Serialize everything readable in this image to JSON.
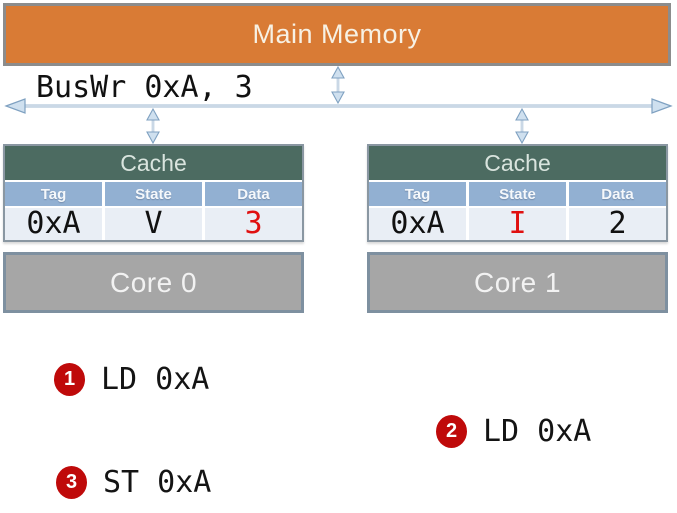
{
  "memory": {
    "label": "Main Memory"
  },
  "bus": {
    "label": "BusWr 0xA, 3",
    "line_color": "#9FB9D2",
    "arrow_fill": "#CFE0EF",
    "arrow_stroke": "#7FA1C1"
  },
  "caches": [
    {
      "title": "Cache",
      "columns": [
        "Tag",
        "State",
        "Data"
      ],
      "row": [
        {
          "value": "0xA",
          "style": "color:#111111"
        },
        {
          "value": "V",
          "style": "color:#111111"
        },
        {
          "value": "3",
          "style": "color:#E01010"
        }
      ]
    },
    {
      "title": "Cache",
      "columns": [
        "Tag",
        "State",
        "Data"
      ],
      "row": [
        {
          "value": "0xA",
          "style": "color:#111111"
        },
        {
          "value": "I",
          "style": "color:#E01010"
        },
        {
          "value": "2",
          "style": "color:#111111"
        }
      ]
    }
  ],
  "cores": [
    {
      "label": "Core 0"
    },
    {
      "label": "Core 1"
    }
  ],
  "steps": [
    {
      "num": "1",
      "label": "LD 0xA"
    },
    {
      "num": "2",
      "label": "LD 0xA"
    },
    {
      "num": "3",
      "label": "ST 0xA"
    }
  ],
  "colors": {
    "memory_orange": "#D97B35",
    "cache_header_green": "#4C6B61",
    "column_header_blue": "#92B0D2",
    "data_row_light": "#E9EEF5",
    "core_gray": "#A6A6A6",
    "badge_red": "#BF0A0A",
    "invalid_state_red": "#E01010"
  }
}
